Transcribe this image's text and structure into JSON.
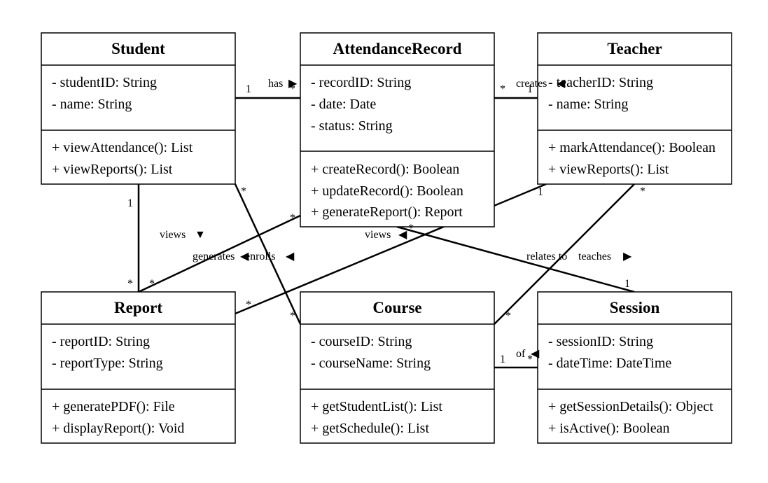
{
  "classes": {
    "student": {
      "name": "Student",
      "attributes": [
        "- studentID: String",
        "- name: String"
      ],
      "methods": [
        "+ viewAttendance(): List",
        "+ viewReports(): List"
      ]
    },
    "attendance": {
      "name": "AttendanceRecord",
      "attributes": [
        "- recordID: String",
        "- date: Date",
        "- status: String"
      ],
      "methods": [
        "+ createRecord(): Boolean",
        "+ updateRecord(): Boolean",
        "+ generateReport(): Report"
      ]
    },
    "teacher": {
      "name": "Teacher",
      "attributes": [
        "- teacherID: String",
        "- name: String"
      ],
      "methods": [
        "+ markAttendance(): Boolean",
        "+ viewReports(): List"
      ]
    },
    "report": {
      "name": "Report",
      "attributes": [
        "- reportID: String",
        "- reportType: String"
      ],
      "methods": [
        "+ generatePDF(): File",
        "+ displayReport(): Void"
      ]
    },
    "course": {
      "name": "Course",
      "attributes": [
        "- courseID: String",
        "- courseName: String"
      ],
      "methods": [
        "+ getStudentList(): List",
        "+ getSchedule(): List"
      ]
    },
    "session": {
      "name": "Session",
      "attributes": [
        "- sessionID: String",
        "- dateTime: DateTime"
      ],
      "methods": [
        "+ getSessionDetails(): Object",
        "+ isActive(): Boolean"
      ]
    }
  },
  "associations": {
    "has": {
      "label": "has",
      "arrow": "▶",
      "from_mult": "1",
      "to_mult": "*"
    },
    "creates": {
      "label": "creates",
      "arrow": "◀",
      "from_mult": "*",
      "to_mult": "1"
    },
    "student_views": {
      "label": "views",
      "arrow": "▼",
      "from_mult": "1",
      "to_mult": "*"
    },
    "enrolls": {
      "label": "enrolls",
      "arrow": "◀",
      "from_mult": "*",
      "to_mult": "*"
    },
    "generates": {
      "label": "generates",
      "arrow": "◀",
      "from_mult": "*",
      "to_mult": "*"
    },
    "teacher_views": {
      "label": "views",
      "arrow": "◀",
      "from_mult": "1",
      "to_mult": "*"
    },
    "teaches": {
      "label": "teaches",
      "arrow": "▶",
      "from_mult": "*",
      "to_mult": "*"
    },
    "relates_to": {
      "label": "relates to",
      "arrow": "",
      "from_mult": "*",
      "to_mult": "1"
    },
    "of": {
      "label": "of",
      "arrow": "◀",
      "from_mult": "1",
      "to_mult": "*"
    }
  }
}
